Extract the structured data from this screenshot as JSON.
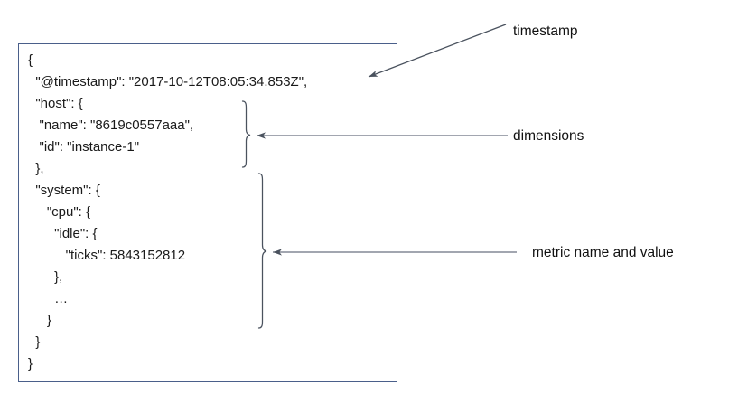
{
  "figure": {
    "type": "annotated-json-document",
    "background_color": "#ffffff",
    "panel_border_color": "#4a5f8a",
    "text_color": "#1a1a1a",
    "annotation_line_color": "#555f6e"
  },
  "json_document": {
    "lines": [
      "{",
      "  \"@timestamp\": \"2017-10-12T08:05:34.853Z\",",
      "  \"host\": {",
      "   \"name\": \"8619c0557aaa\",",
      "   \"id\": \"instance-1\"",
      "  },",
      "  \"system\": {",
      "     \"cpu\": {",
      "       \"idle\": {",
      "          \"ticks\": 5843152812",
      "       },",
      "       …",
      "     }",
      "  }",
      "}"
    ],
    "fields": {
      "timestamp_key": "@timestamp",
      "timestamp_value": "2017-10-12T08:05:34.853Z",
      "host_name_key": "name",
      "host_name_value": "8619c0557aaa",
      "host_id_key": "id",
      "host_id_value": "instance-1",
      "metric_key": "ticks",
      "metric_value": "5843152812",
      "metric_path": "system.cpu.idle.ticks",
      "ellipsis": "…"
    }
  },
  "annotations": [
    {
      "id": "timestamp",
      "label": "timestamp",
      "pointer_type": "diagonal-arrow",
      "points_to": "@timestamp line"
    },
    {
      "id": "dimensions",
      "label": "dimensions",
      "pointer_type": "curly-brace-and-arrow",
      "points_to": "host object (name, id)"
    },
    {
      "id": "metric",
      "label": "metric name and value",
      "pointer_type": "curly-brace-and-arrow",
      "points_to": "system.cpu.idle.ticks object"
    }
  ]
}
